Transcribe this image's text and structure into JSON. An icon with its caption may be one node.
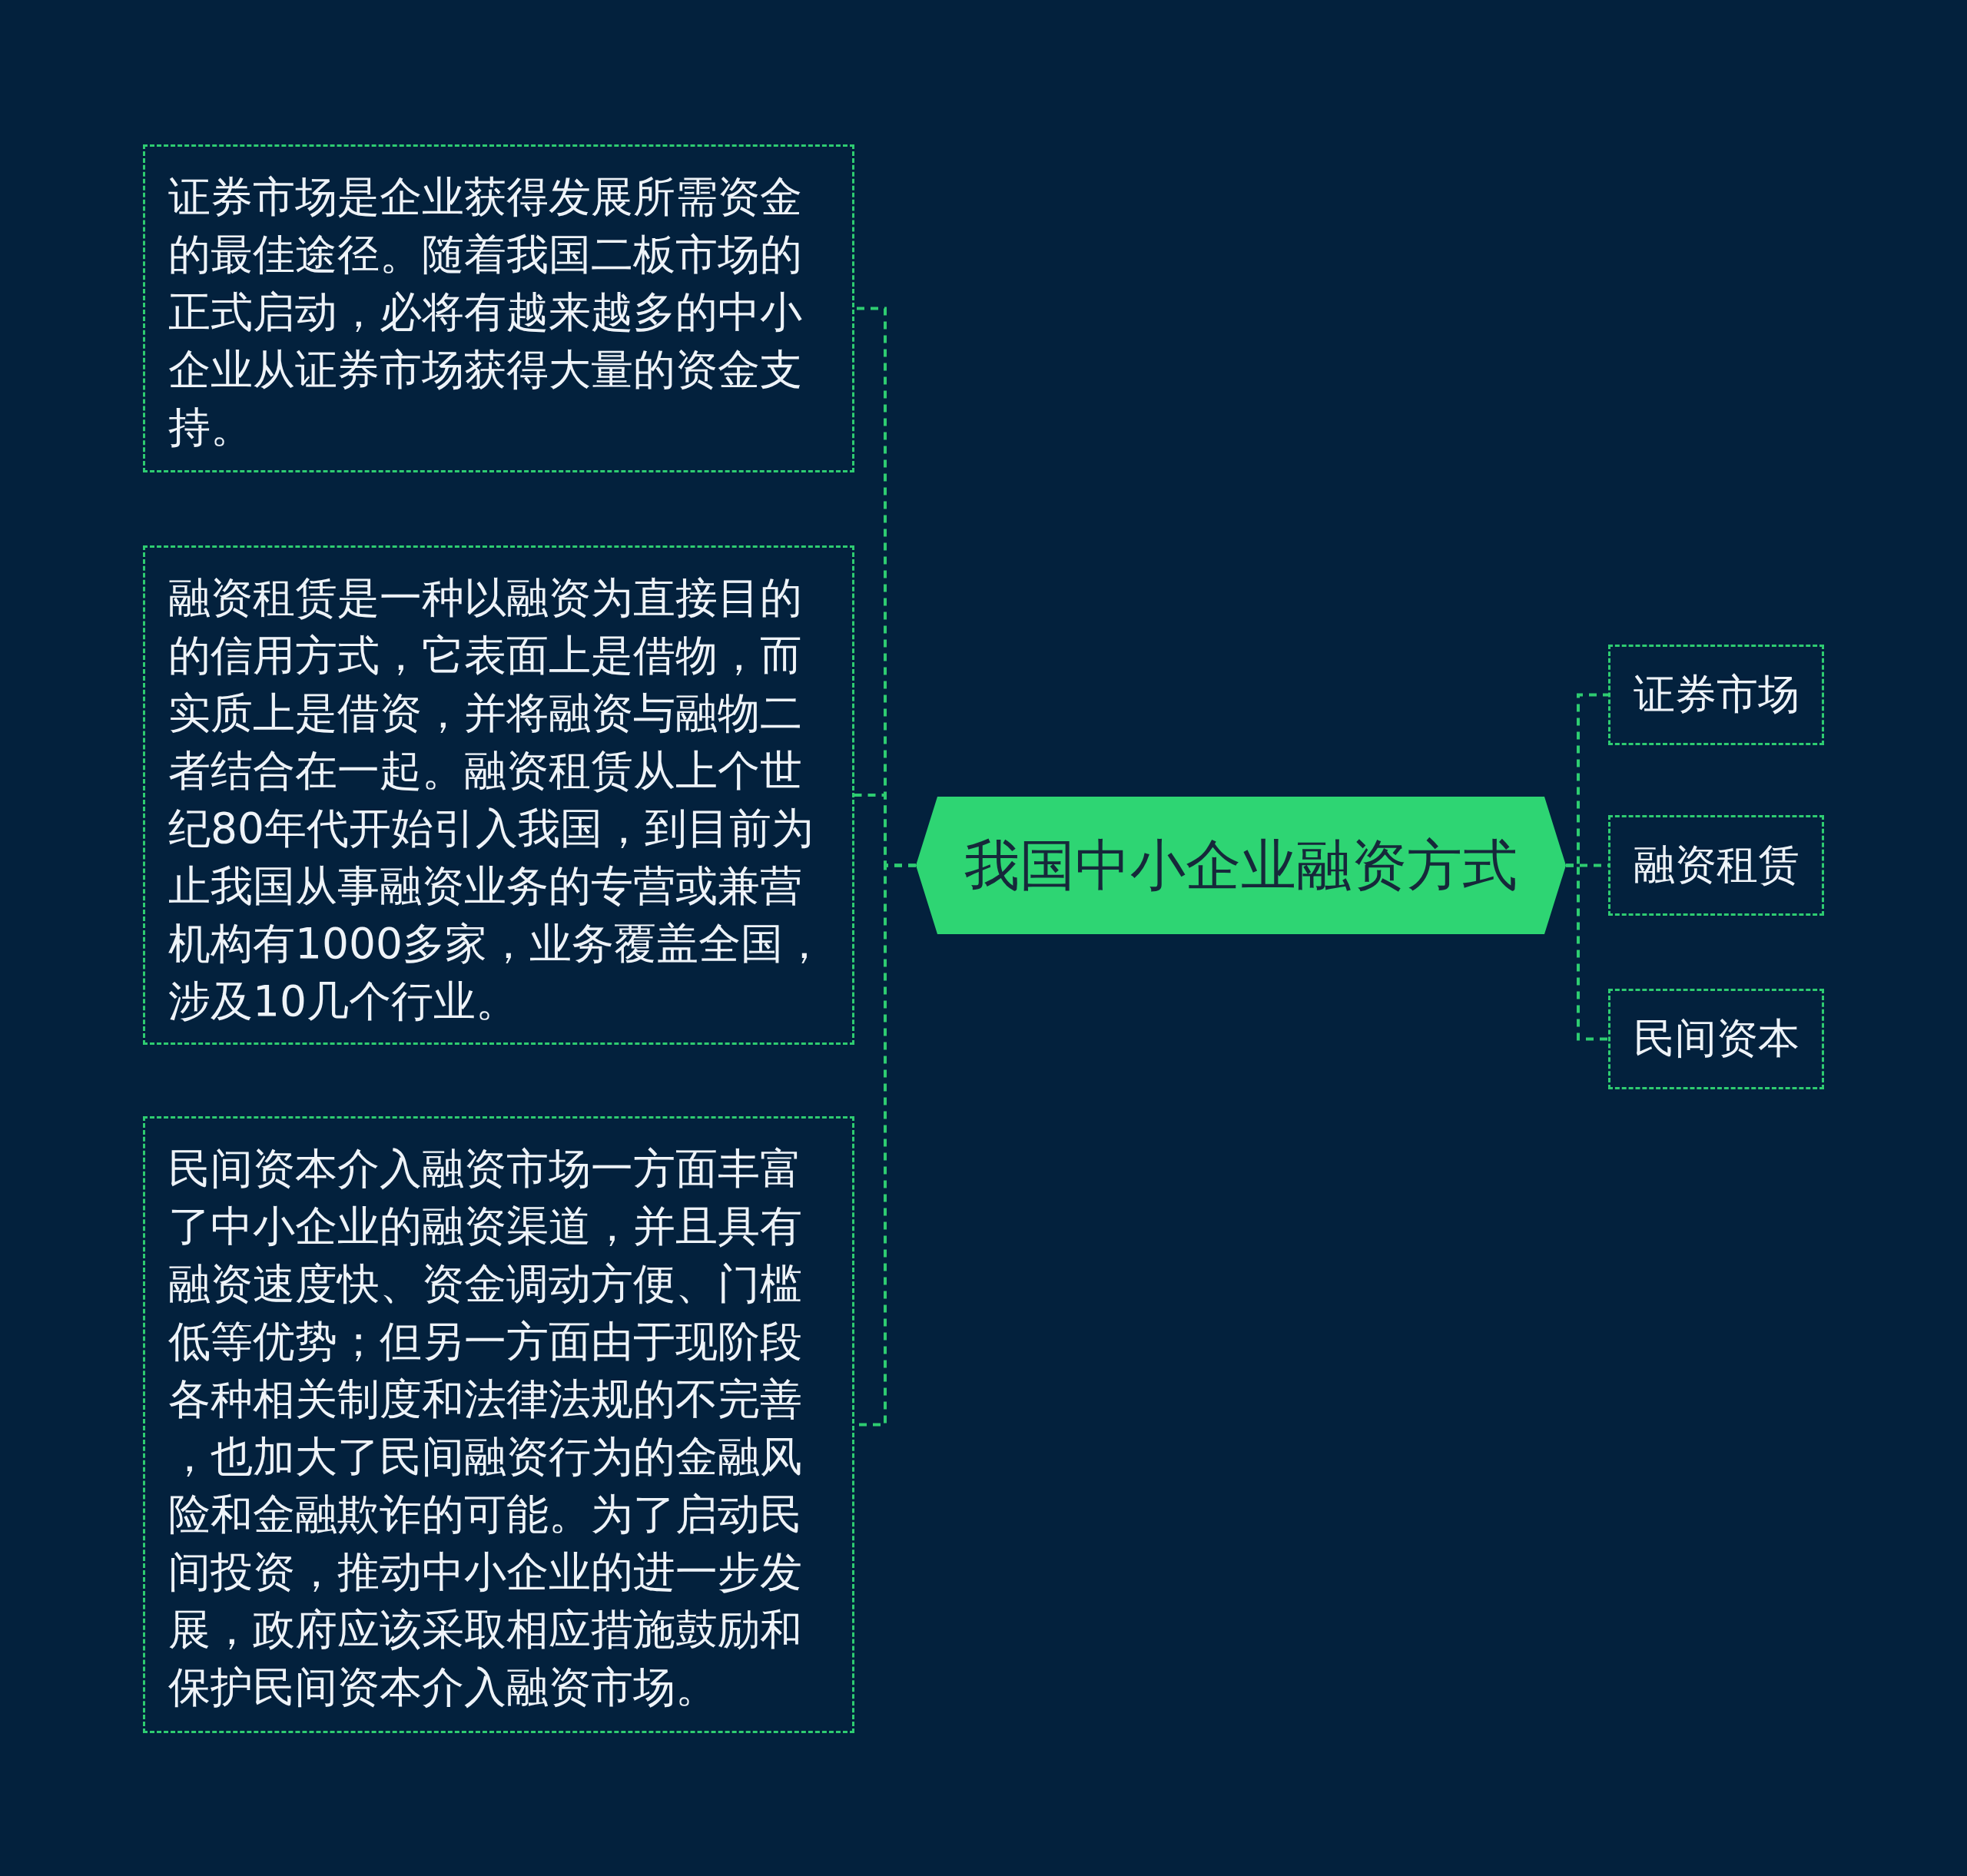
{
  "diagram": {
    "nodes": [
      {
        "text": [
          "我国中小企业融资方式"
        ]
      },
      {
        "text": [
          "证券市场"
        ]
      },
      {
        "text": [
          "融资租赁"
        ]
      },
      {
        "text": [
          "民间资本"
        ]
      },
      {
        "text": [
          "证券市场是企业获得发展所需资金的最佳途径。随着我国二板市场的正式启动，必将有越来越多的中小企业从证券市场获得大量的资金支持。"
        ]
      },
      {
        "text": [
          "融资租赁是一种以融资为直接目的的信用方式，它表面上是借物，而实质上是借资，并将融资与融物二者结合在一起。融资租赁从上个世纪80年代开始引入我国，到目前为止我国从事融资业务的专营或兼营机构有1000多家，业务覆盖全国，涉及10几个行业。"
        ]
      },
      {
        "text": [
          "民间资本介入融资市场一方面丰富了中小企业的融资渠道，并且具有融资速度快、资金调动方便、门槛低等优势；但另一方面由于现阶段各种相关制度和法律法规的不完善，也加大了民间融资行为的金融风险和金融欺诈的可能。为了启动民间投资，推动中小企业的进一步发展，政府应该采取相应措施鼓励和保护民间资本介入融资市场。"
        ]
      }
    ],
    "edges": [
      {
        "from": 0,
        "to": 1,
        "arrow": "none",
        "style": "dashed"
      },
      {
        "from": 0,
        "to": 2,
        "arrow": "none",
        "style": "dashed"
      },
      {
        "from": 0,
        "to": 3,
        "arrow": "none",
        "style": "dashed"
      },
      {
        "from": 0,
        "to": 4,
        "arrow": "none",
        "style": "dashed"
      },
      {
        "from": 0,
        "to": 5,
        "arrow": "none",
        "style": "dashed"
      },
      {
        "from": 0,
        "to": 6,
        "arrow": "none",
        "style": "dashed"
      }
    ]
  }
}
